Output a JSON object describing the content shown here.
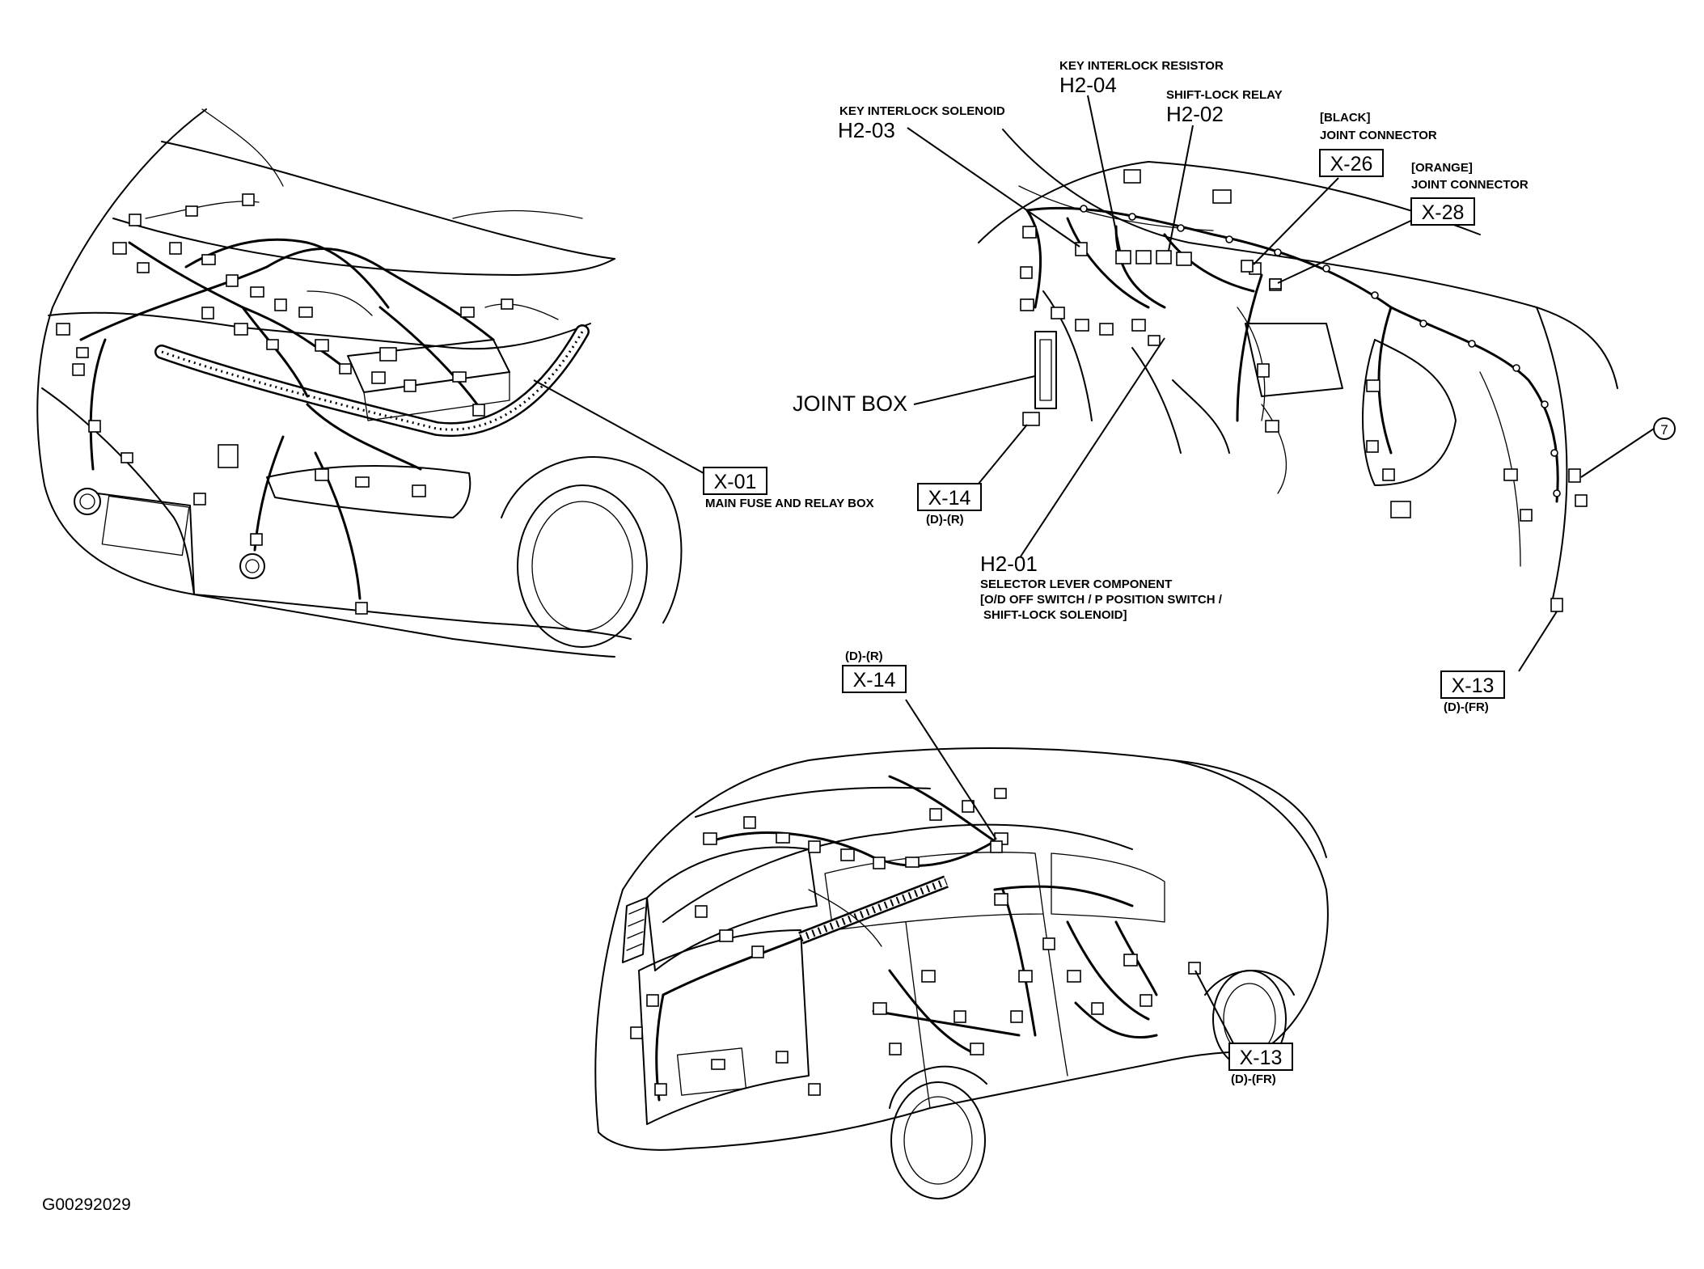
{
  "figure_id": "G00292029",
  "callouts": {
    "x01_code": "X-01",
    "x01_desc": "MAIN FUSE AND RELAY BOX",
    "h203_name": "KEY INTERLOCK SOLENOID",
    "h203_code": "H2-03",
    "h204_name": "KEY INTERLOCK RESISTOR",
    "h204_code": "H2-04",
    "h202_name": "SHIFT-LOCK RELAY",
    "h202_code": "H2-02",
    "x26_color": "[BLACK]",
    "x26_name": "JOINT CONNECTOR",
    "x26_code": "X-26",
    "x28_color": "[ORANGE]",
    "x28_name": "JOINT CONNECTOR",
    "x28_code": "X-28",
    "joint_box": "JOINT BOX",
    "x14_top_code": "X-14",
    "x14_top_sub": "(D)-(R)",
    "h201_code": "H2-01",
    "h201_line1": "SELECTOR LEVER COMPONENT",
    "h201_line2": "[O/D OFF SWITCH / P POSITION SWITCH /",
    "h201_line3": "SHIFT-LOCK SOLENOID]",
    "circle7": "7",
    "x13_top_code": "X-13",
    "x13_top_sub": "(D)-(FR)",
    "x14_bot_sub": "(D)-(R)",
    "x14_bot_code": "X-14",
    "x13_bot_code": "X-13",
    "x13_bot_sub": "(D)-(FR)"
  }
}
